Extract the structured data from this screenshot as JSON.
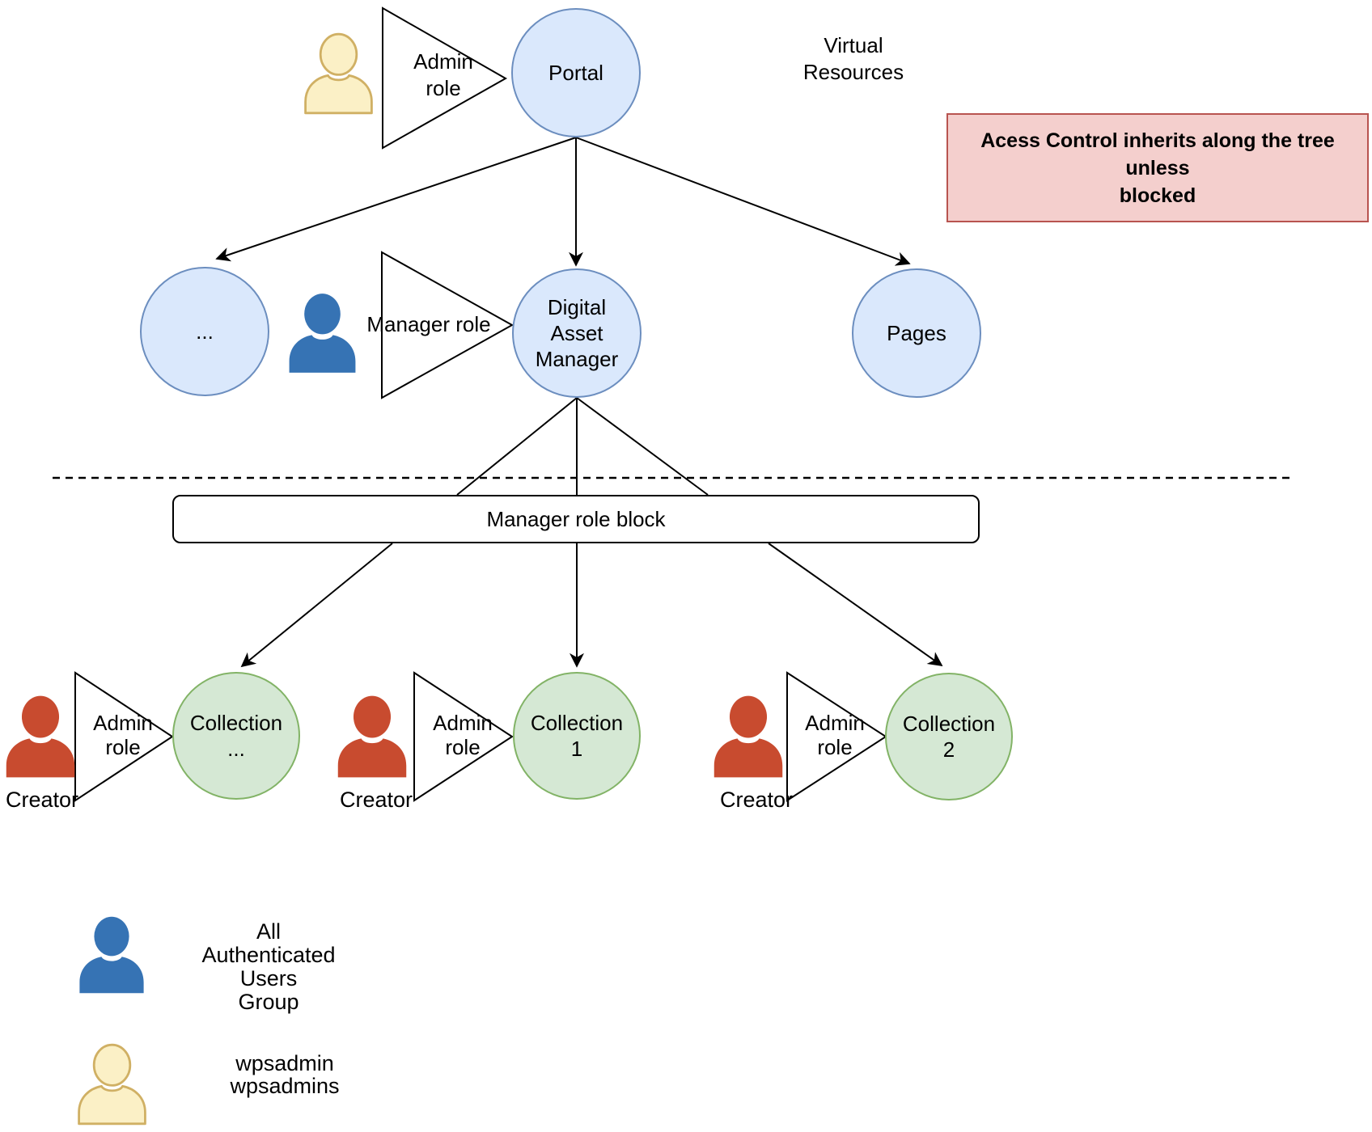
{
  "diagram": {
    "title_note": {
      "line1": "Acess Control inherits along the tree unless",
      "line2": "blocked"
    },
    "virtual_resources": {
      "line1": "Virtual",
      "line2": "Resources"
    },
    "nodes": {
      "portal": "Portal",
      "ellipsis": "...",
      "dam": {
        "line1": "Digital",
        "line2": "Asset",
        "line3": "Manager"
      },
      "pages": "Pages",
      "collection_dots": {
        "line1": "Collection",
        "line2": "..."
      },
      "collection_1": {
        "line1": "Collection",
        "line2": "1"
      },
      "collection_2": {
        "line1": "Collection",
        "line2": "2"
      }
    },
    "block": {
      "label": "Manager role block"
    },
    "roles": {
      "admin_top": {
        "line1": "Admin",
        "line2": "role"
      },
      "manager": {
        "label": "Manager role"
      },
      "admin_c_dots": {
        "line1": "Admin",
        "line2": "role"
      },
      "admin_c1": {
        "line1": "Admin",
        "line2": "role"
      },
      "admin_c2": {
        "line1": "Admin",
        "line2": "role"
      }
    },
    "creators": {
      "c1": "Creator",
      "c2": "Creator",
      "c3": "Creator"
    },
    "legend": {
      "all_auth": {
        "line1": "All Authenticated",
        "line2": "Users",
        "line3": "Group"
      },
      "wps": {
        "line1": "wpsadmin",
        "line2": "wpsadmins"
      }
    },
    "colors": {
      "node_blue_fill": "#dae8fc",
      "node_blue_stroke": "#6c8ebf",
      "node_green_fill": "#d5e8d4",
      "node_green_stroke": "#82b366",
      "note_fill": "#f4cfcd",
      "note_stroke": "#b85450",
      "person_blue": "#3673b4",
      "person_red": "#c84b2f",
      "person_yellow_fill": "#fbf0c6",
      "person_yellow_stroke": "#d0b064",
      "line": "#000000"
    }
  }
}
